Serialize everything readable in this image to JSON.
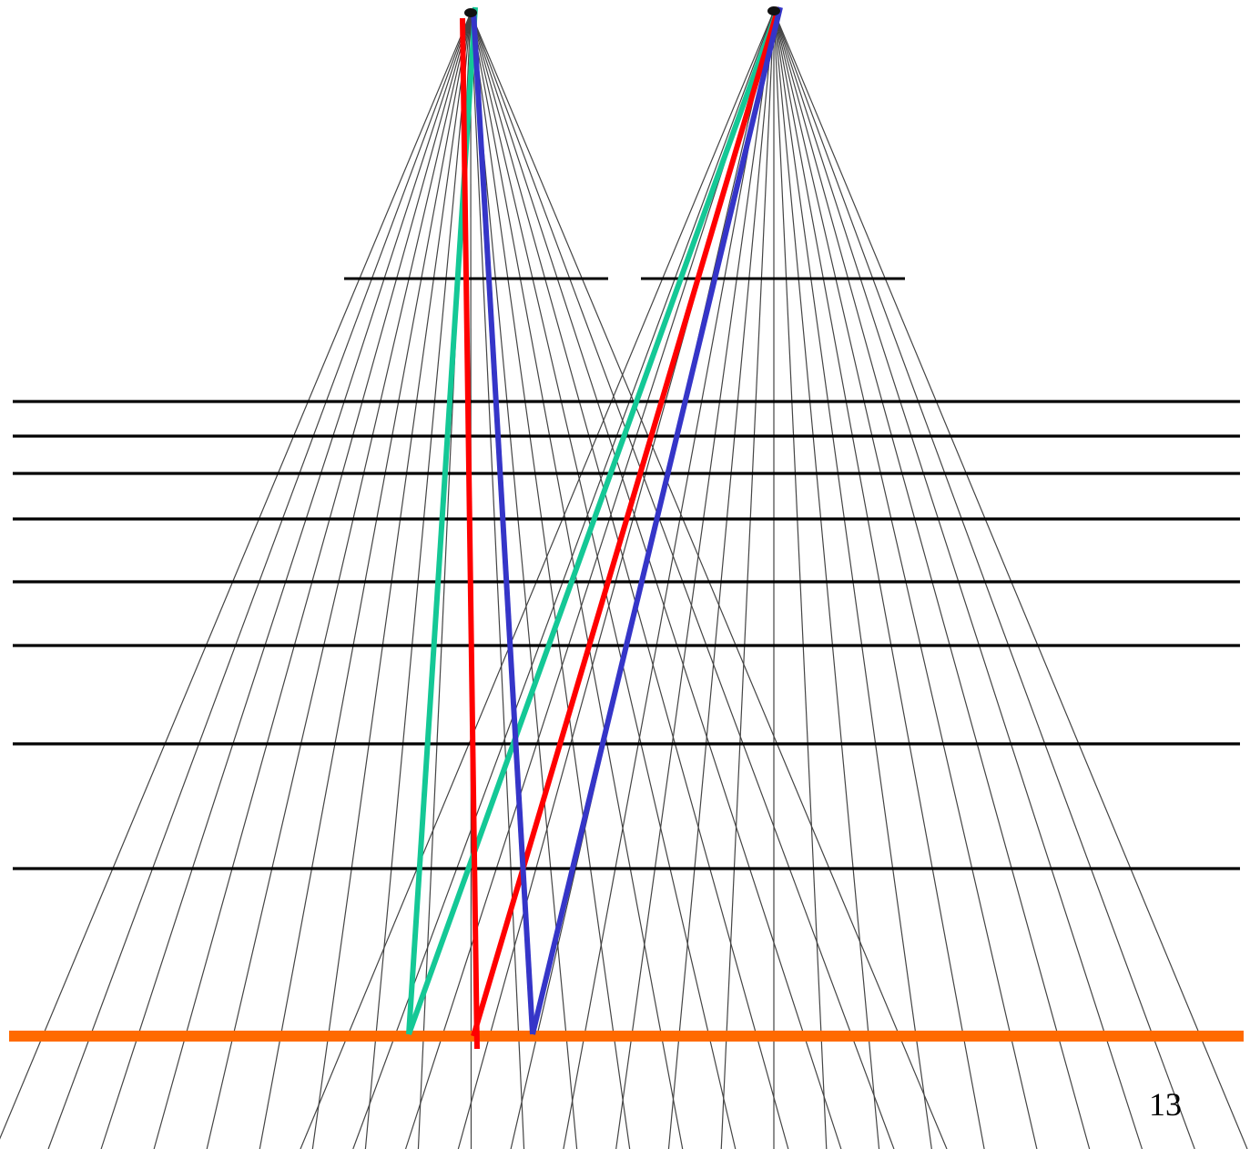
{
  "diagram": {
    "description_free": true,
    "page_number": "13",
    "colors": {
      "background": "#ffffff",
      "ray_lines": "#444444",
      "horizontal_lines": "#000000",
      "baseline": "#ff6a00",
      "path_green": "#14c896",
      "path_red": "#ff0000",
      "path_blue": "#3535c8"
    },
    "sources": [
      "source-left",
      "source-right"
    ],
    "horizontal_line_count": 10,
    "colored_paths": [
      "green",
      "red",
      "blue"
    ]
  }
}
